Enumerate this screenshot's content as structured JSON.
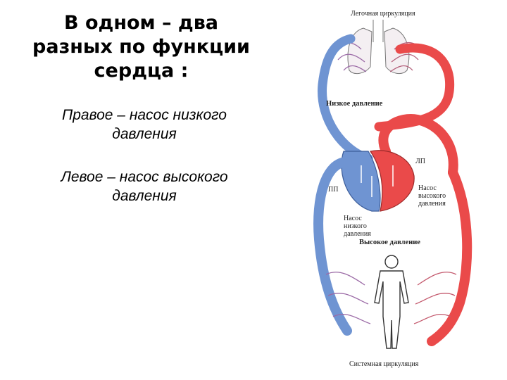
{
  "title": {
    "line1": "В одном – два",
    "line2": "разных по функции",
    "line3": "сердца :"
  },
  "right_heart": {
    "line1": "Правое – насос низкого",
    "line2": "давления"
  },
  "left_heart": {
    "line1": "Левое – насос высокого",
    "line2": "давления"
  },
  "diagram": {
    "pulmonary_circulation": "Легочная циркуляция",
    "low_pressure": "Низкое давление",
    "lpt": "ЛП",
    "rp": "ПП",
    "high_pump": [
      "Насос",
      "высокого",
      "давления"
    ],
    "low_pump": [
      "Насос",
      "низкого",
      "давления"
    ],
    "high_pressure": "Высокое давление",
    "systemic_circulation": "Системная циркуляция",
    "colors": {
      "venous": "#6f94d2",
      "arterial": "#ea4a4a",
      "capillary": "#9b6aa6"
    }
  }
}
